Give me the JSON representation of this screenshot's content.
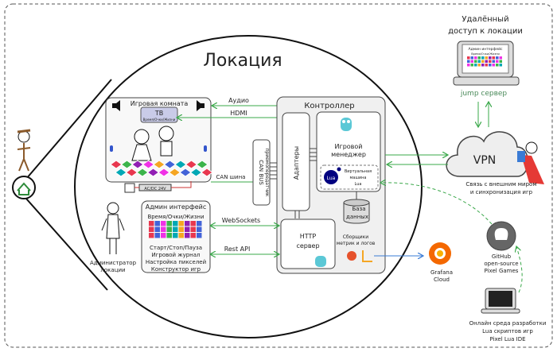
{
  "title": "Локация",
  "game_room": {
    "title": "Игровая комната",
    "tv_label": "ТВ",
    "tv_sub": "Время/Очки/Жизни",
    "power_label": "AC/DC 24V"
  },
  "controller": {
    "title": "Контроллер",
    "adapters": "Адаптеры",
    "can_bus": "CAN BUS",
    "can_bus_sub": "приемопередатчик",
    "game_manager": [
      "Игровой",
      "менеджер"
    ],
    "lua_vm": [
      "Виртуальная",
      "машина",
      "Lua"
    ],
    "lua_logo": "Lua",
    "database": [
      "База",
      "данных"
    ],
    "http_server": [
      "HTTP",
      "сервер"
    ],
    "collectors": [
      "Сборщики",
      "метрик и логов"
    ]
  },
  "links": {
    "audio": "Аудио",
    "hdmi": "HDMI",
    "can": "CAN шина",
    "websockets": "WebSockets",
    "rest": "Rest API"
  },
  "admin": {
    "title": "Админ интерфейс",
    "score": "Время/Очки/Жизни",
    "features": [
      "Старт/Стоп/Пауза",
      "Игровой журнал",
      "Настройка пикселей",
      "Конструктор игр"
    ],
    "person_label": [
      "Администратор",
      "локации"
    ]
  },
  "remote": {
    "title": [
      "Удалённый",
      "доступ к локации"
    ],
    "screen_title": "Админ интерфейс",
    "screen_sub": "Время/Очки/Жизни",
    "jump": "jump сервер"
  },
  "vpn": {
    "label": "VPN",
    "caption": [
      "Связь с внешним миром",
      "и синхронизация игр"
    ]
  },
  "grafana": {
    "label": [
      "Grafana",
      "Cloud"
    ]
  },
  "github": {
    "label": [
      "GitHub",
      "open-source",
      "Pixel Games"
    ]
  },
  "ide": {
    "label": [
      "Онлайн среда разработки",
      "Lua скриптов игр",
      "Pixel Lua IDE"
    ]
  },
  "colors": {
    "link": "#3aa84a",
    "metrics": "#3a7bd5",
    "lua": "#000080",
    "grafana": "#f46800",
    "pixels": [
      "#e8384f",
      "#f5a623",
      "#3cb44b",
      "#4363d8",
      "#911eb4",
      "#00a8b5",
      "#f032e6"
    ]
  }
}
